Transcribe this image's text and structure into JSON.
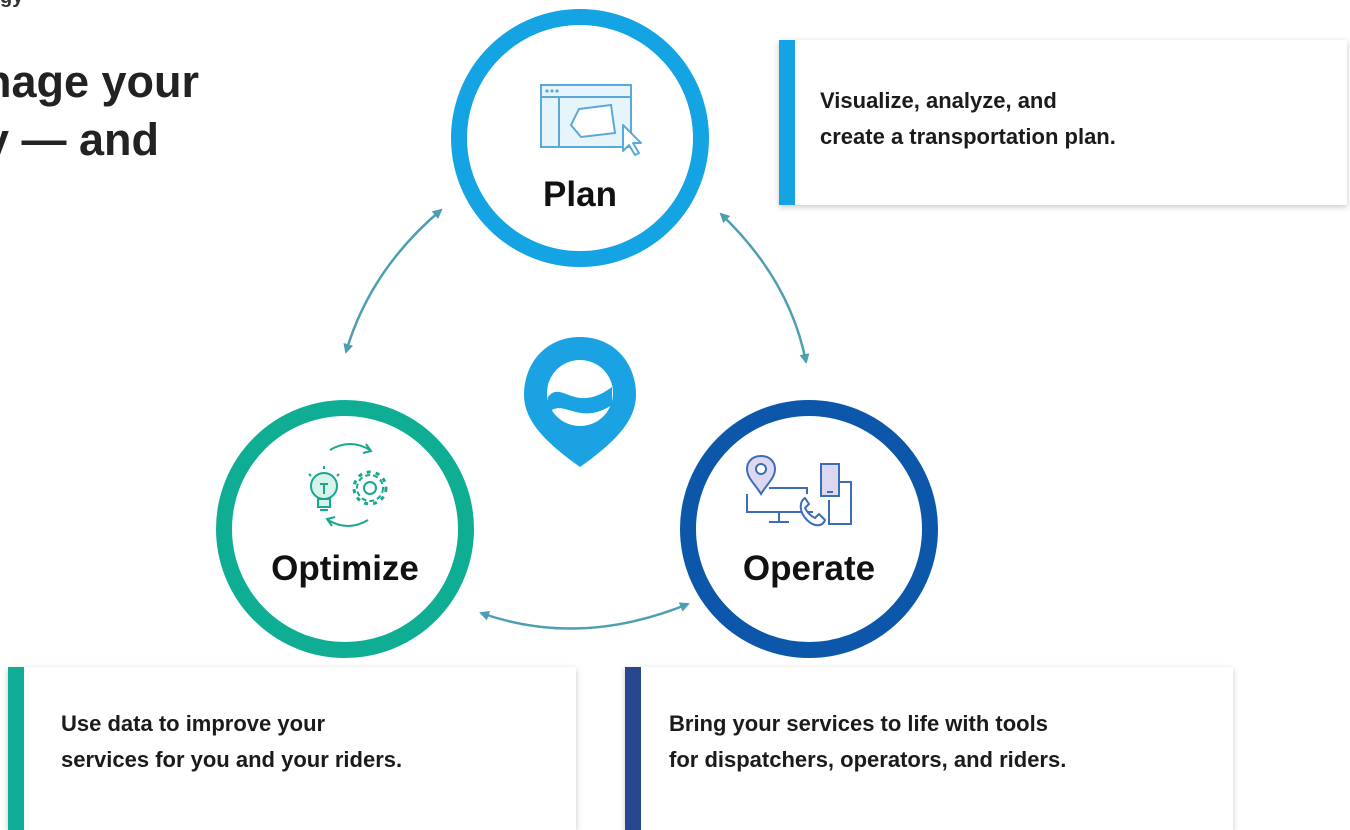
{
  "header": {
    "eyebrow": "gy",
    "headline_line1": "nage your",
    "headline_line2": "y — and"
  },
  "cycle": {
    "plan": {
      "label": "Plan",
      "color": "#14a4e4",
      "icon": "browser-window-cursor-icon"
    },
    "optimize": {
      "label": "Optimize",
      "color": "#0fae94",
      "icon": "lightbulb-gear-cycle-icon"
    },
    "operate": {
      "label": "Operate",
      "color": "#0c57aa",
      "icon": "location-phone-devices-icon"
    },
    "center_logo": "location-pin-logo",
    "arrow_color": "#4d9eb3"
  },
  "cards": {
    "plan": {
      "line1": "Visualize, analyze, and",
      "line2": "create a transportation plan."
    },
    "optimize": {
      "line1": "Use data to improve your",
      "line2": "services for you and your riders."
    },
    "operate": {
      "line1": "Bring your services to life with tools",
      "line2": "for dispatchers, operators, and riders."
    }
  }
}
